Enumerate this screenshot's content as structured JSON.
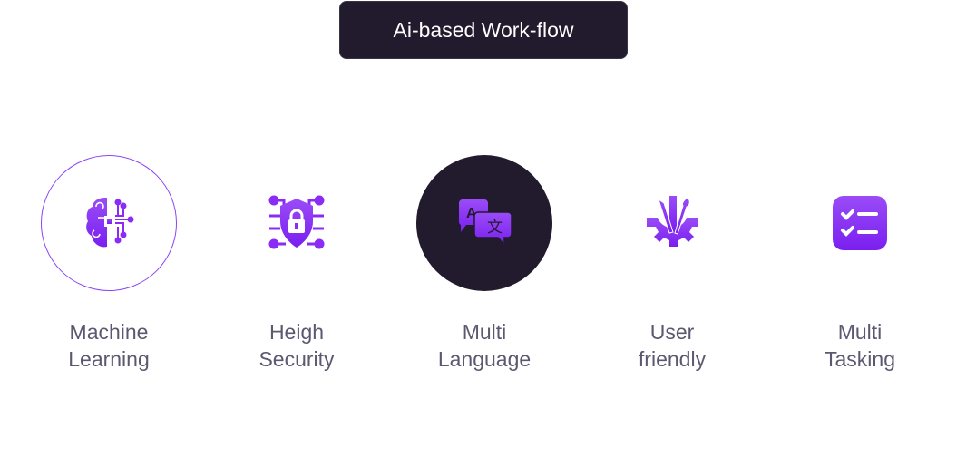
{
  "header": {
    "title": "Ai-based Work-flow"
  },
  "colors": {
    "accent": "#8a2cf5",
    "dark": "#221a2d",
    "label": "#5c5870"
  },
  "features": [
    {
      "line1": "Machine",
      "line2": "Learning",
      "icon": "brain-circuit-icon",
      "state": "outlined"
    },
    {
      "line1": "Heigh",
      "line2": "Security",
      "icon": "shield-lock-icon",
      "state": "plain"
    },
    {
      "line1": "Multi",
      "line2": "Language",
      "icon": "translate-icon",
      "state": "selected"
    },
    {
      "line1": "User",
      "line2": "friendly",
      "icon": "design-gear-icon",
      "state": "plain"
    },
    {
      "line1": "Multi",
      "line2": "Tasking",
      "icon": "checklist-icon",
      "state": "plain"
    }
  ]
}
